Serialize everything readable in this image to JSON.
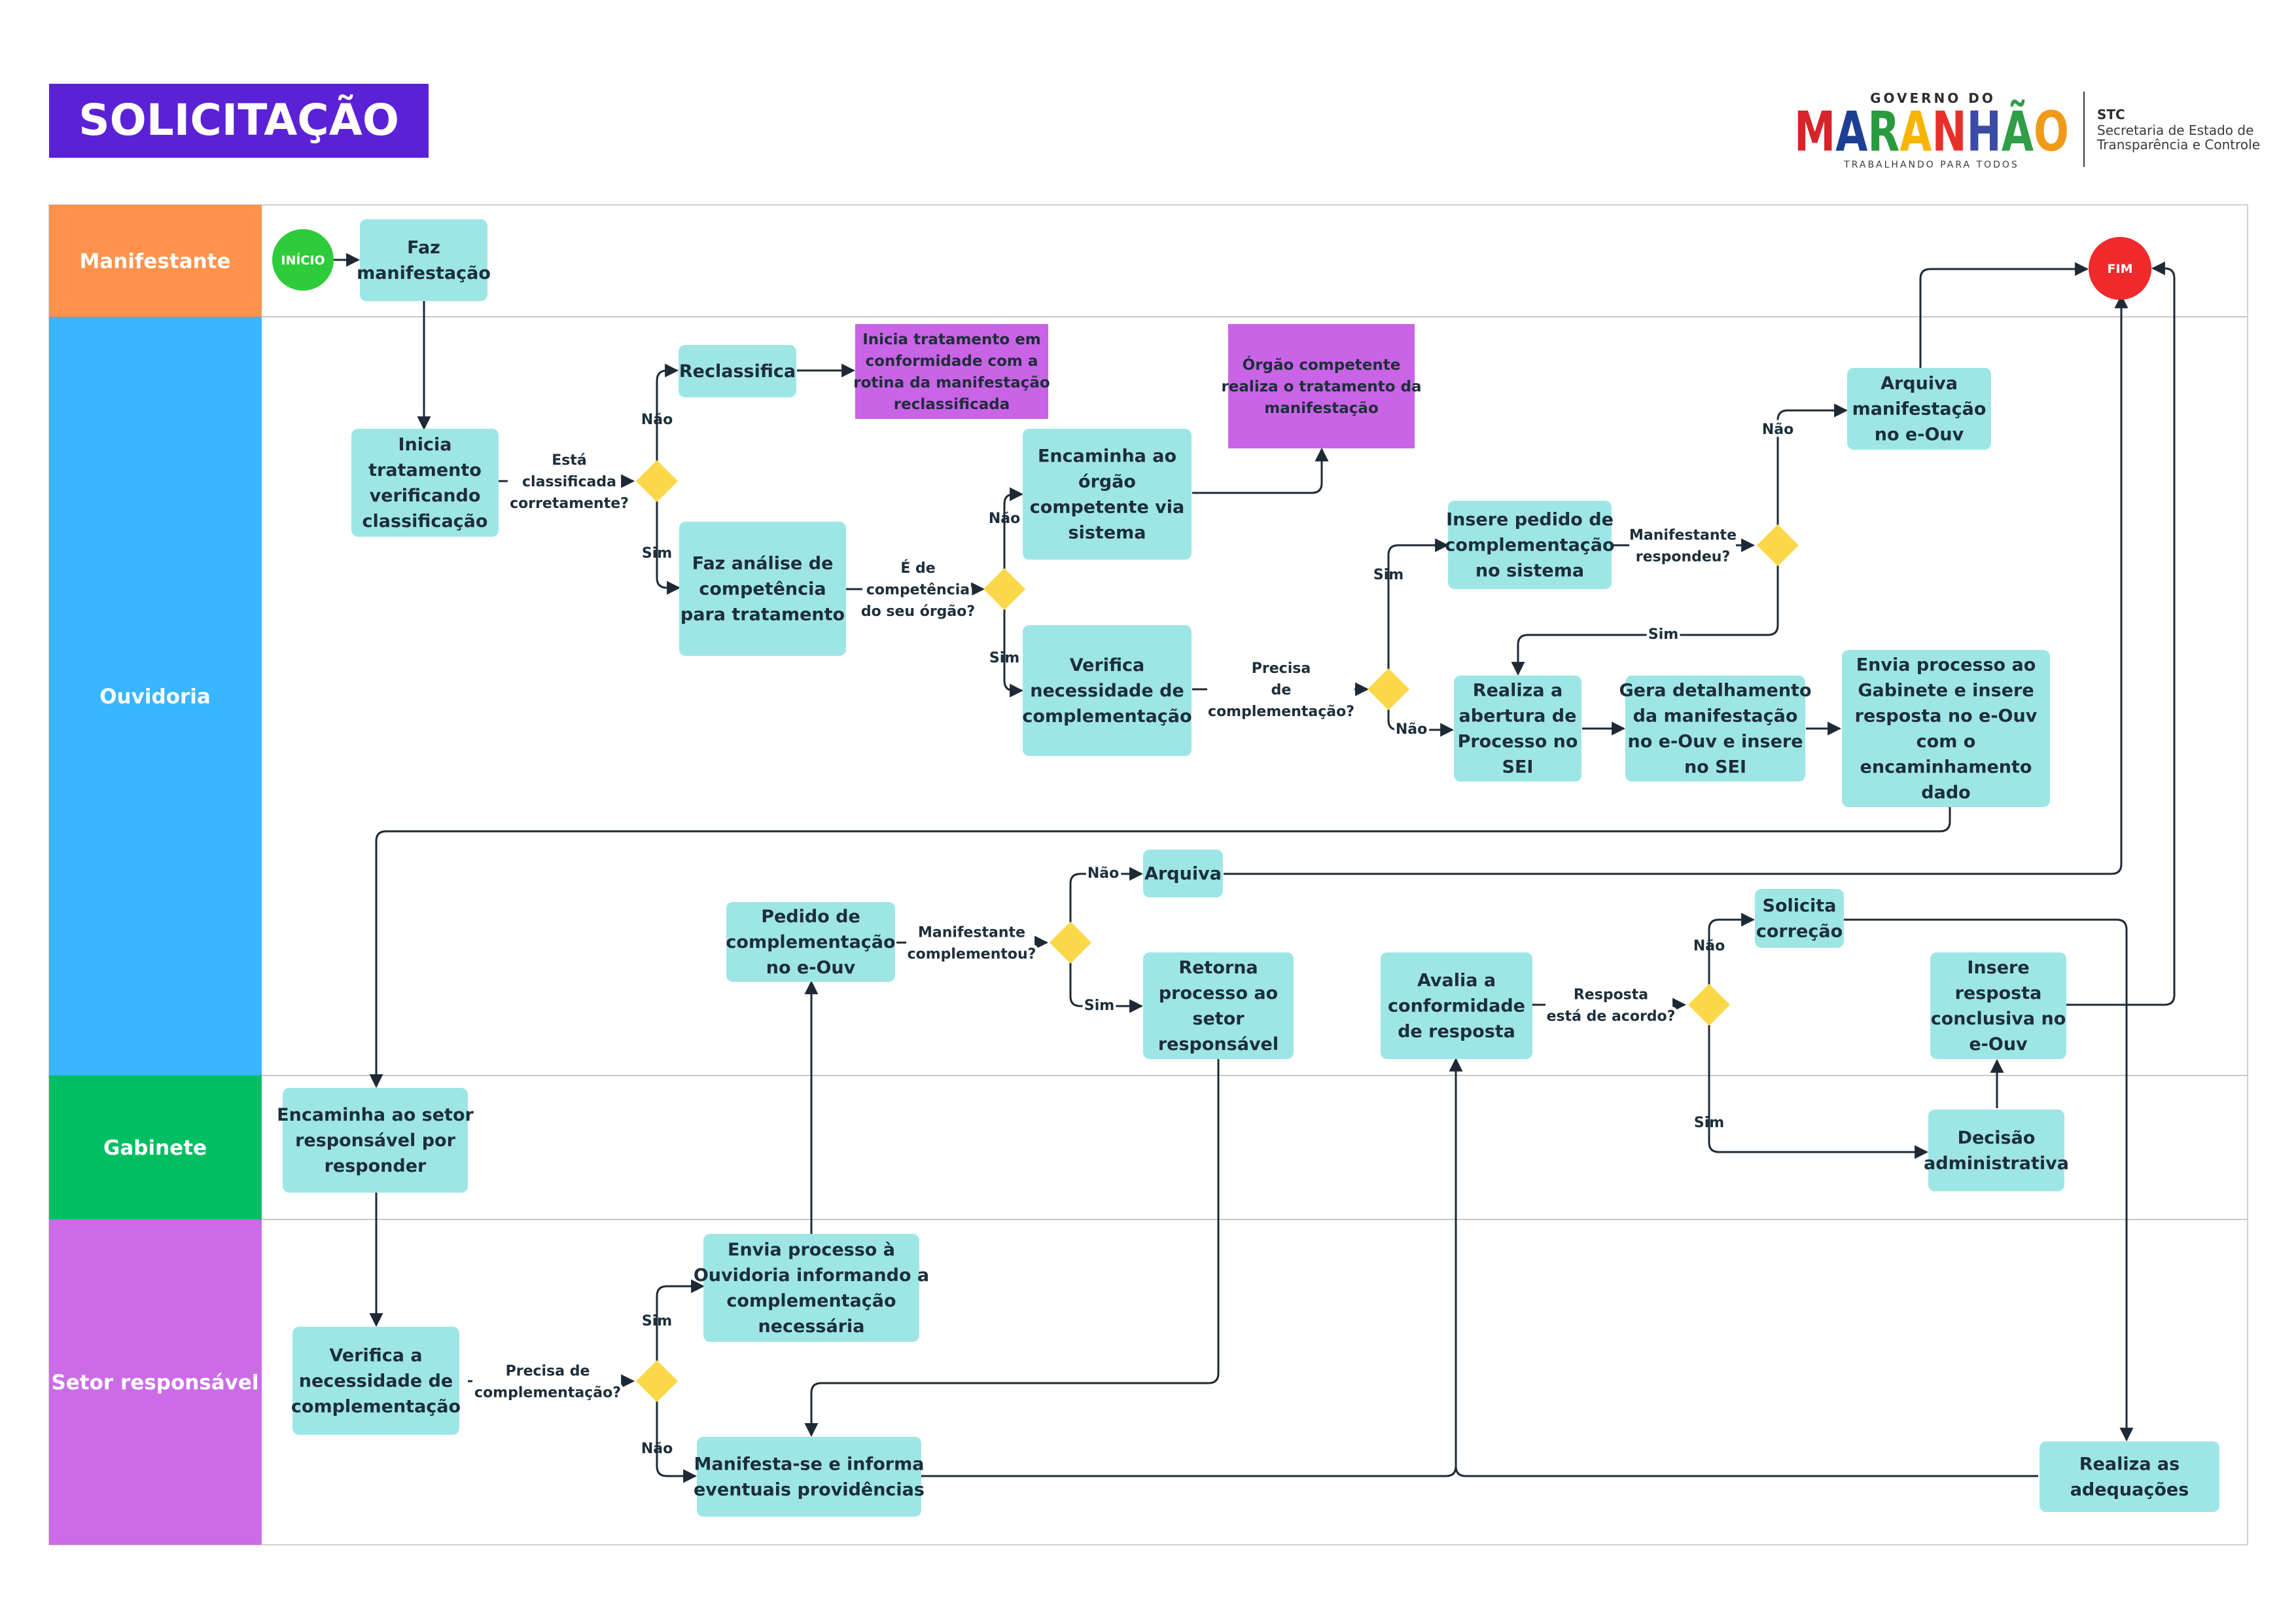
{
  "title": "SOLICITAÇÃO",
  "logo": {
    "top": "GOVERNO DO",
    "main": "MARANHÃO",
    "tagline": "TRABALHANDO PARA TODOS",
    "org": "STC",
    "org_line1": "Secretaria de Estado de",
    "org_line2": "Transparência e Controle",
    "colors": [
      "#d8232a",
      "#1c3f94",
      "#2a9a3f",
      "#f7b500",
      "#e8302a",
      "#3a4ba8",
      "#2f9e47",
      "#f09a1a"
    ]
  },
  "colors": {
    "title_bg": "#5b21d6",
    "task": "#9ee6e6",
    "highlight": "#c964e6",
    "decision": "#fbd84a",
    "start": "#2ecb3a",
    "end": "#f02a2a"
  },
  "lanes": [
    {
      "label": "Manifestante",
      "color": "#fc924c"
    },
    {
      "label": "Ouvidoria",
      "color": "#38b6ff"
    },
    {
      "label": "Gabinete",
      "color": "#00bf63"
    },
    {
      "label": "Setor responsável",
      "color": "#cb6ce6"
    }
  ],
  "start_label": "INÍCIO",
  "end_label": "FIM",
  "nodes": {
    "faz_manifestacao": [
      "Faz",
      "manifestação"
    ],
    "inicia_tratamento": [
      "Inicia",
      "tratamento",
      "verificando",
      "classificação"
    ],
    "reclassifica": [
      "Reclassifica"
    ],
    "inicia_rotina": [
      "Inicia tratamento em",
      "conformidade com a",
      "rotina da manifestação",
      "reclassificada"
    ],
    "faz_analise": [
      "Faz análise de",
      "competência",
      "para tratamento"
    ],
    "encaminha_orgao": [
      "Encaminha ao",
      "órgão",
      "competente via",
      "sistema"
    ],
    "orgao_competente": [
      "Órgão competente",
      "realiza o tratamento da",
      "manifestação"
    ],
    "verifica_ouv": [
      "Verifica",
      "necessidade de",
      "complementação"
    ],
    "insere_pedido": [
      "Insere pedido de",
      "complementação",
      "no sistema"
    ],
    "arquiva_manifestacao": [
      "Arquiva",
      "manifestação",
      "no e-Ouv"
    ],
    "realiza_abertura": [
      "Realiza a",
      "abertura de",
      "Processo no",
      "SEI"
    ],
    "gera_detalhamento": [
      "Gera detalhamento",
      "da manifestação",
      "no e-Ouv e insere",
      "no SEI"
    ],
    "envia_gabinete": [
      "Envia processo ao",
      "Gabinete e insere",
      "resposta no e-Ouv",
      "com o",
      "encaminhamento",
      "dado"
    ],
    "arquiva": [
      "Arquiva"
    ],
    "pedido_eouv": [
      "Pedido de",
      "complementação",
      "no e-Ouv"
    ],
    "retorna_processo": [
      "Retorna",
      "processo ao",
      "setor",
      "responsável"
    ],
    "avalia_conformidade": [
      "Avalia a",
      "conformidade",
      "de resposta"
    ],
    "solicita_correcao": [
      "Solicita",
      "correção"
    ],
    "insere_resposta": [
      "Insere",
      "resposta",
      "conclusiva no",
      "e-Ouv"
    ],
    "encaminha_setor": [
      "Encaminha ao setor",
      "responsável por",
      "responder"
    ],
    "decisao_admin": [
      "Decisão",
      "administrativa"
    ],
    "envia_ouvidoria": [
      "Envia processo à",
      "Ouvidoria informando a",
      "complementação",
      "necessária"
    ],
    "verifica_setor": [
      "Verifica a",
      "necessidade de",
      "complementação"
    ],
    "manifesta_se": [
      "Manifesta-se e informa",
      "eventuais providências"
    ],
    "realiza_adequacoes": [
      "Realiza as",
      "adequações"
    ]
  },
  "decisions": {
    "classificada": [
      "Está",
      "classificada",
      "corretamente?"
    ],
    "competencia": [
      "É de",
      "competência",
      "do seu órgão?"
    ],
    "precisa_ouv": [
      "Precisa",
      "de",
      "complementação?"
    ],
    "respondeu": [
      "Manifestante",
      "respondeu?"
    ],
    "complementou": [
      "Manifestante",
      "complementou?"
    ],
    "resposta_acordo": [
      "Resposta",
      "está de acordo?"
    ],
    "precisa_setor": [
      "Precisa de",
      "complementação?"
    ]
  },
  "edge_labels": {
    "yes": "Sim",
    "no": "Não"
  }
}
